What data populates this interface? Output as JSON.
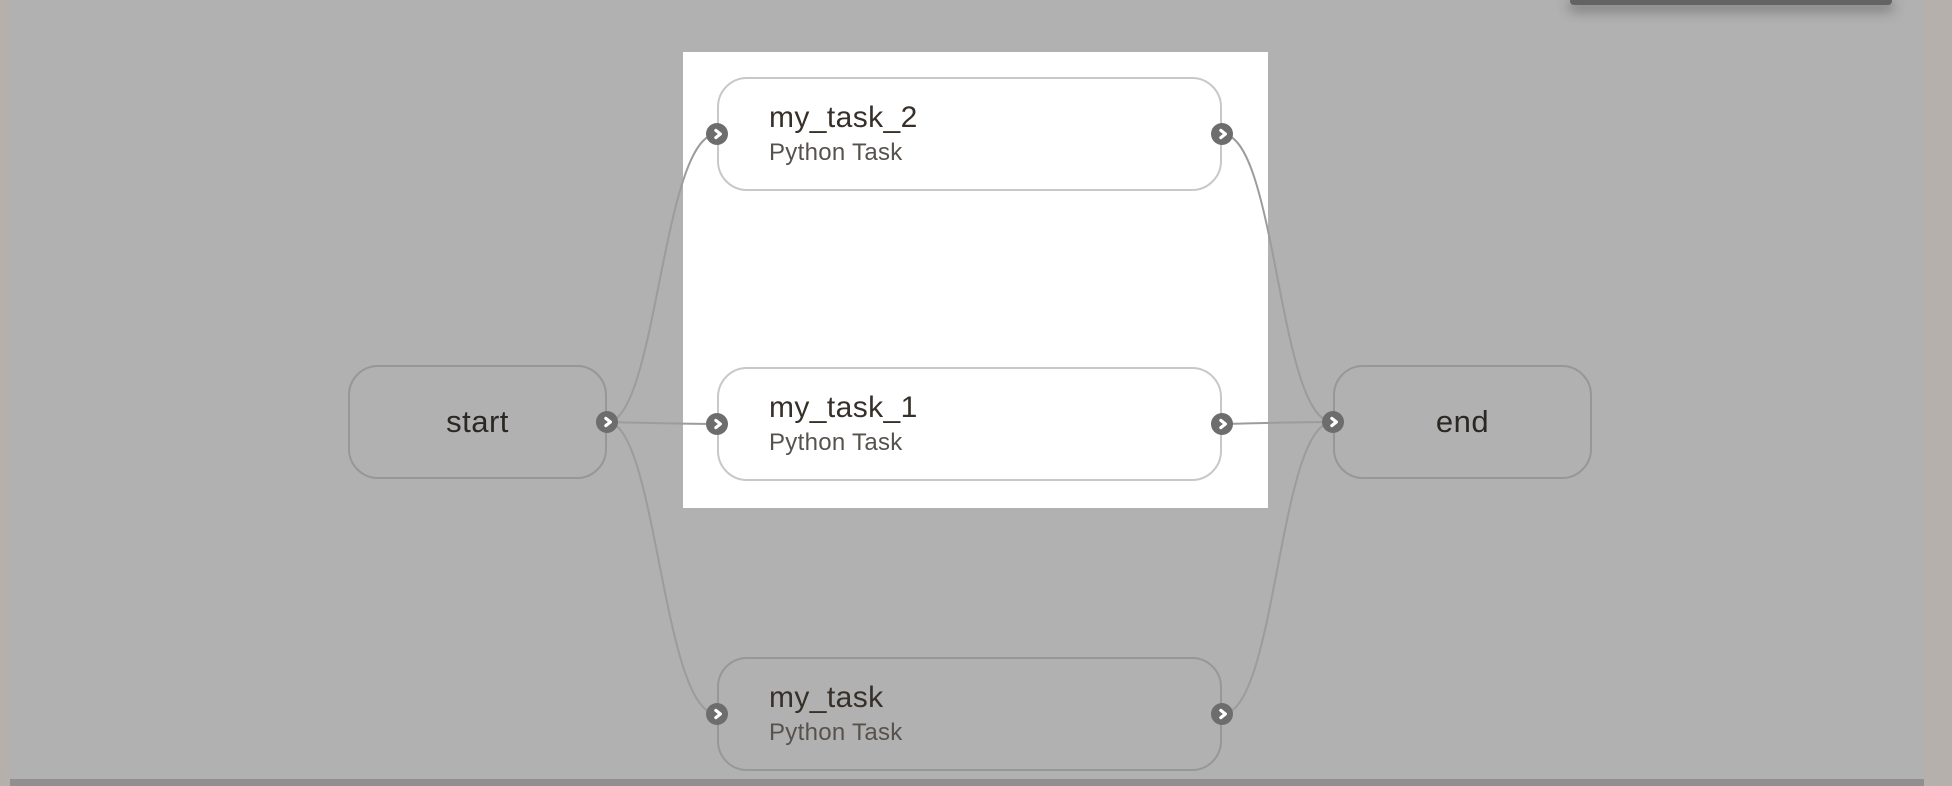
{
  "theme": {
    "canvas_bg": "#b1b1b1",
    "gutter_color": "#b6b0ac",
    "bottom_edge_color": "#918f8f",
    "toolbar_color": "#636363",
    "selection_bg": "#ffffff",
    "edge_color": "#9c9c9c",
    "handle_bg": "#6d6d6d",
    "node_border_on_canvas": "#979797",
    "node_border_on_white": "#c8c8c8",
    "title_color": "#363028",
    "subtitle_color": "#57524d",
    "endpoint_label_color": "#2b2723"
  },
  "nodes": [
    {
      "id": "start",
      "label": "start"
    },
    {
      "id": "my_task_2",
      "label": "my_task_2",
      "type_label": "Python Task"
    },
    {
      "id": "my_task_1",
      "label": "my_task_1",
      "type_label": "Python Task"
    },
    {
      "id": "my_task",
      "label": "my_task",
      "type_label": "Python Task"
    },
    {
      "id": "end",
      "label": "end"
    }
  ],
  "edges": [
    {
      "from": "start",
      "to": "my_task_2"
    },
    {
      "from": "start",
      "to": "my_task_1"
    },
    {
      "from": "start",
      "to": "my_task"
    },
    {
      "from": "my_task_2",
      "to": "end"
    },
    {
      "from": "my_task_1",
      "to": "end"
    },
    {
      "from": "my_task",
      "to": "end"
    }
  ],
  "icons": {
    "handle_icon": "chevron-right-icon"
  }
}
